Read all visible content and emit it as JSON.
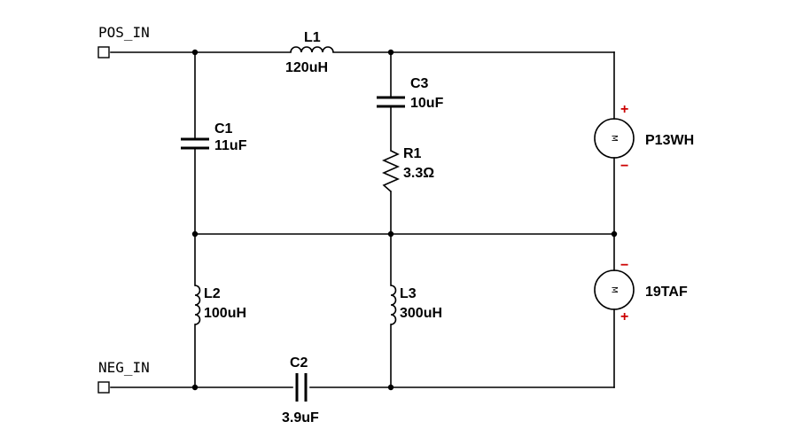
{
  "ports": {
    "pos_in": "POS_IN",
    "neg_in": "NEG_IN"
  },
  "components": {
    "L1": {
      "ref": "L1",
      "value": "120uH"
    },
    "C1": {
      "ref": "C1",
      "value": "11uF"
    },
    "C3": {
      "ref": "C3",
      "value": "10uF"
    },
    "R1": {
      "ref": "R1",
      "value": "3.3Ω"
    },
    "L2": {
      "ref": "L2",
      "value": "100uH"
    },
    "L3": {
      "ref": "L3",
      "value": "300uH"
    },
    "C2": {
      "ref": "C2",
      "value": "3.9uF"
    },
    "M1": {
      "ref": "P13WH",
      "symbol": "M",
      "pos": "+",
      "neg": "−"
    },
    "M2": {
      "ref": "19TAF",
      "symbol": "M",
      "pos": "+",
      "neg": "−"
    }
  },
  "colors": {
    "wire": "#000000",
    "polarity": "#cc0000"
  }
}
